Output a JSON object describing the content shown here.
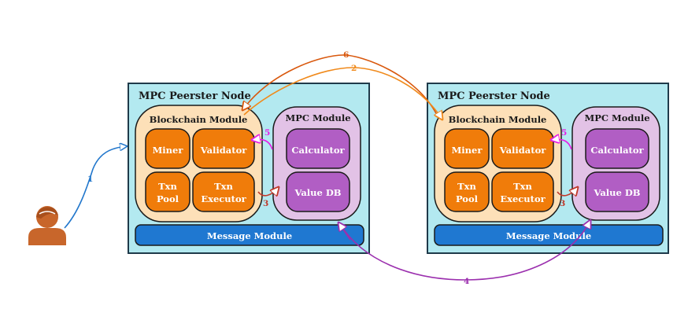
{
  "nodes": [
    {
      "title": "MPC Peerster Node",
      "blockchain": {
        "title": "Blockchain Module",
        "miner": "Miner",
        "validator": "Validator",
        "txn_pool_1": "Txn",
        "txn_pool_2": "Pool",
        "txn_exec_1": "Txn",
        "txn_exec_2": "Executor"
      },
      "mpc": {
        "title": "MPC Module",
        "calculator": "Calculator",
        "value_db": "Value DB"
      },
      "message": "Message Module"
    },
    {
      "title": "MPC Peerster Node",
      "blockchain": {
        "title": "Blockchain Module",
        "miner": "Miner",
        "validator": "Validator",
        "txn_pool_1": "Txn",
        "txn_pool_2": "Pool",
        "txn_exec_1": "Txn",
        "txn_exec_2": "Executor"
      },
      "mpc": {
        "title": "MPC Module",
        "calculator": "Calculator",
        "value_db": "Value DB"
      },
      "message": "Message Module"
    }
  ],
  "steps": {
    "s1": "1",
    "s2": "2",
    "s3a": "3",
    "s3b": "3",
    "s4": "4",
    "s5a": "5",
    "s5b": "5",
    "s6": "6"
  },
  "colors": {
    "node_bg": "#b3e9f0",
    "blockchain_bg": "#fde0b8",
    "mpc_bg": "#e2c2e6",
    "orange_box": "#f07c0a",
    "purple_box": "#b15ec4",
    "message_bar": "#1f78d1",
    "arrow_blue": "#2277cc",
    "arrow_orange": "#f08a1c",
    "arrow_dark_orange": "#d9580d",
    "arrow_purple": "#9b2fae",
    "arrow_magenta": "#e61ee6",
    "arrow_red": "#c0392b",
    "user": "#c8662b"
  },
  "icons": {
    "user": "user-person-icon"
  }
}
